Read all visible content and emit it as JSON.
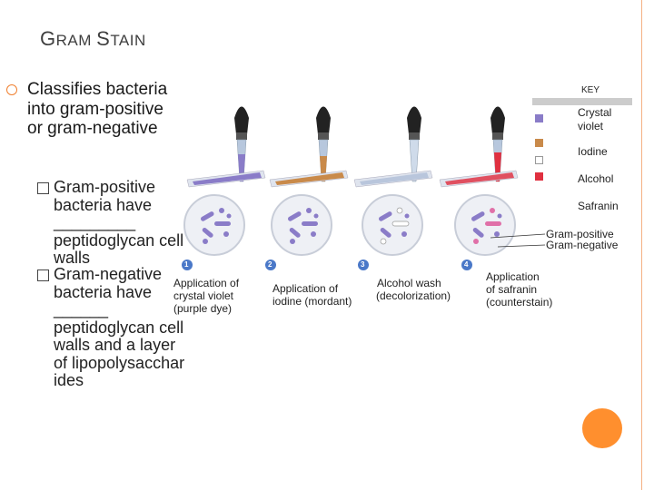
{
  "slide": {
    "title_first": "G",
    "title_rest": "RAM ",
    "title_second": "S",
    "title_end": "TAIN"
  },
  "bullet": {
    "text": "Classifies bacteria into gram-positive or gram-negative"
  },
  "subbullets": [
    {
      "pre": "Gram-positive bacteria have ",
      "blank": "_________",
      "post": " peptidoglycan cell walls"
    },
    {
      "pre": "Gram-negative bacteria have ",
      "blank": "______",
      "post": " peptidoglycan cell walls and a layer of lipopolysacchar ides"
    }
  ],
  "key": {
    "title": "KEY",
    "items": [
      {
        "label": "Crystal violet",
        "color": "#8a7cc8"
      },
      {
        "label": "Iodine",
        "color": "#c98a4a"
      },
      {
        "label": "Alcohol",
        "color": "#ffffff"
      },
      {
        "label": "Safranin",
        "color": "#e03040"
      }
    ]
  },
  "legend": {
    "positive": "Gram-positive",
    "negative": "Gram-negative"
  },
  "steps": [
    {
      "number": "1",
      "caption_line1": "Application of",
      "caption_line2": "crystal violet",
      "caption_line3": "(purple dye)"
    },
    {
      "number": "2",
      "caption_line1": "Application of",
      "caption_line2": "iodine (mordant)",
      "caption_line3": ""
    },
    {
      "number": "3",
      "caption_line1": "Alcohol wash",
      "caption_line2": "(decolorization)",
      "caption_line3": ""
    },
    {
      "number": "4",
      "caption_line1": "Application",
      "caption_line2": "of safranin",
      "caption_line3": "(counterstain)"
    }
  ],
  "colors": {
    "accent_orange": "#f08030",
    "border": "#f4b183",
    "step_badge": "#4a78c8",
    "purple_cell": "#8a7cc8",
    "pink_cell": "#e070a8"
  }
}
